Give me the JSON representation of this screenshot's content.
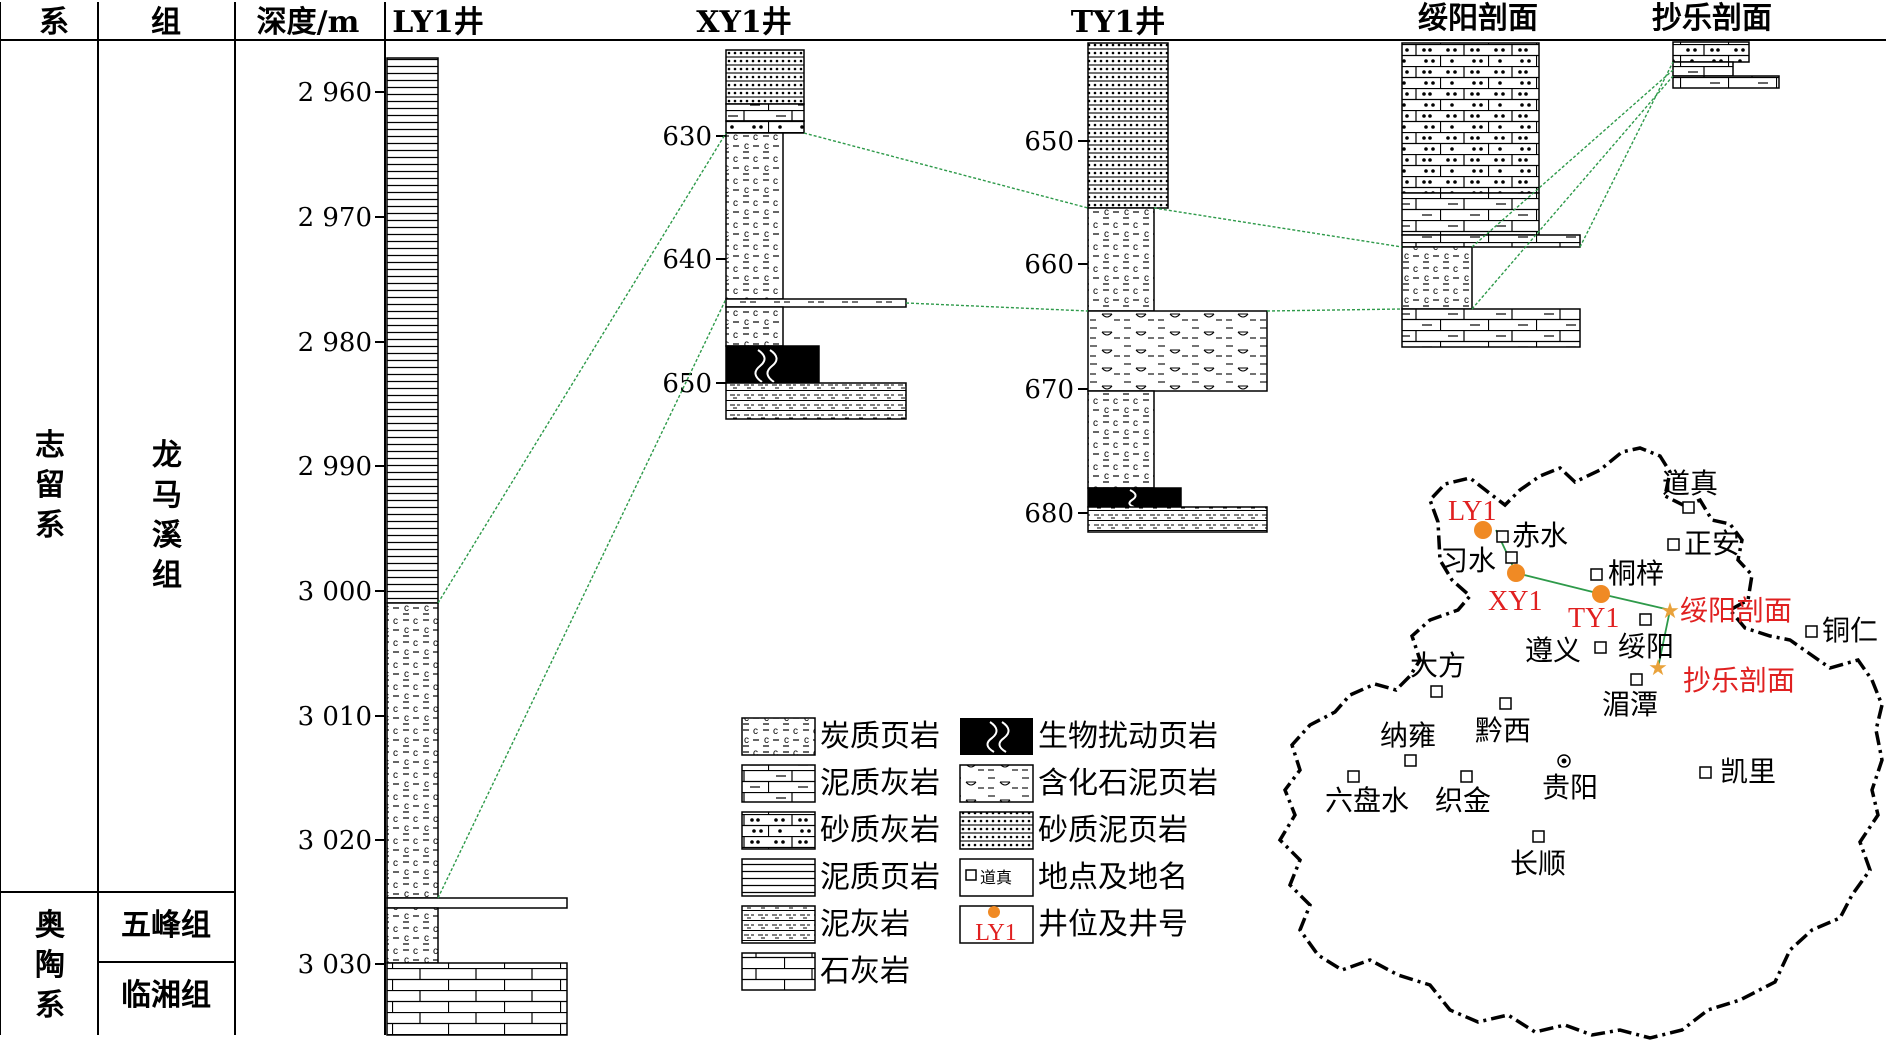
{
  "header": {
    "system": "系",
    "formation": "组",
    "depth": "深度/m",
    "wells": [
      "LY1井",
      "XY1井",
      "TY1井",
      "绥阳剖面",
      "抄乐剖面"
    ]
  },
  "strat": {
    "silurian_system": [
      "志",
      "留",
      "系"
    ],
    "longmaxi": [
      "龙",
      "马",
      "溪",
      "组"
    ],
    "ordovician_system": [
      "奥",
      "陶",
      "系"
    ],
    "wufeng": "五峰组",
    "linxiang": "临湘组"
  },
  "depth_ticks": {
    "ly1": [
      "2 960",
      "2 970",
      "2 980",
      "2 990",
      "3 000",
      "3 010",
      "3 020",
      "3 030"
    ],
    "xy1": [
      "630",
      "640",
      "650"
    ],
    "ty1": [
      "650",
      "660",
      "670",
      "680"
    ]
  },
  "legend": [
    {
      "key": "carbonaceous-shale",
      "label": "炭质页岩"
    },
    {
      "key": "bioturbated-shale",
      "label": "生物扰动页岩"
    },
    {
      "key": "argillaceous-limestone",
      "label": "泥质灰岩"
    },
    {
      "key": "fossil-mud-shale",
      "label": "含化石泥页岩"
    },
    {
      "key": "sandy-limestone",
      "label": "砂质灰岩"
    },
    {
      "key": "sandy-mud-shale",
      "label": "砂质泥页岩"
    },
    {
      "key": "mud-shale",
      "label": "泥质页岩"
    },
    {
      "key": "place-name",
      "label": "地点及地名",
      "symbol_text": "道真"
    },
    {
      "key": "marlstone",
      "label": "泥灰岩"
    },
    {
      "key": "well",
      "label": "井位及井号",
      "symbol_text": "LY1"
    },
    {
      "key": "limestone",
      "label": "石灰岩"
    }
  ],
  "map": {
    "places": [
      "道真",
      "正安",
      "赤水",
      "习水",
      "桐梓",
      "绥阳",
      "遵义",
      "铜仁",
      "大方",
      "湄潭",
      "黔西",
      "纳雍",
      "六盘水",
      "织金",
      "贵阳",
      "凯里",
      "长顺"
    ],
    "wells": [
      "LY1",
      "XY1",
      "TY1"
    ],
    "sections": [
      "绥阳剖面",
      "抄乐剖面"
    ]
  },
  "colors": {
    "correlation": "#2e9a4a",
    "well_marker": "#f08a24",
    "section_star": "#e9a23b",
    "red_label": "#e02020",
    "black_fill": "#000000"
  }
}
